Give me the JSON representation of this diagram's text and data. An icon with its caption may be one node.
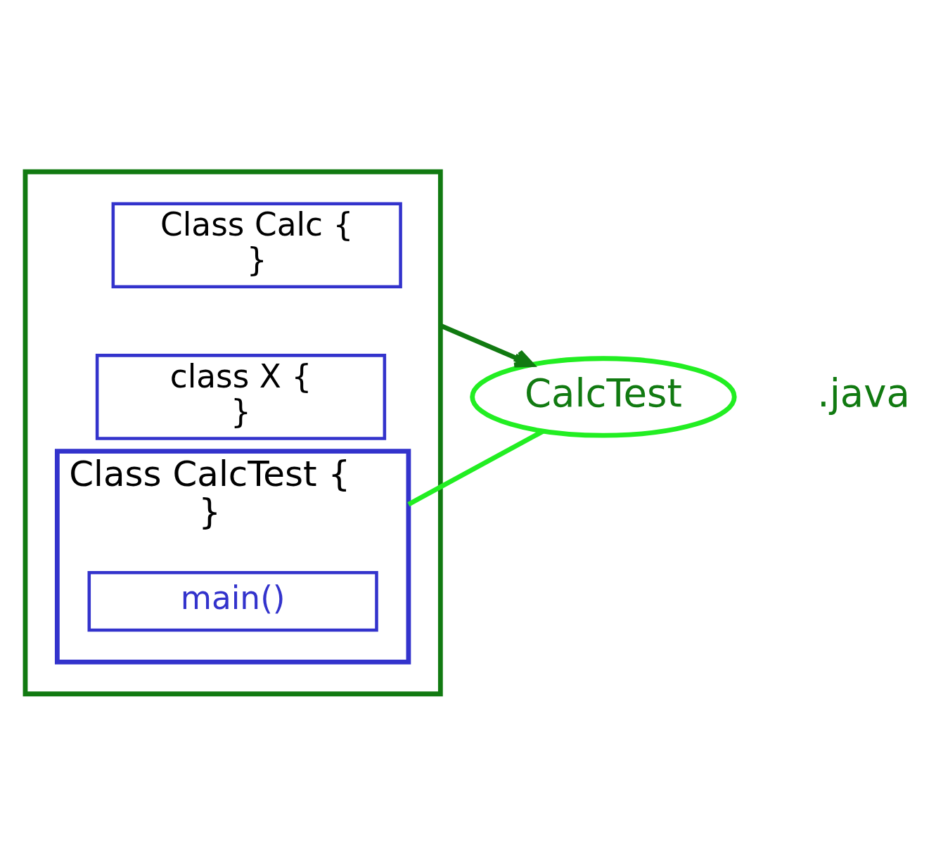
{
  "diagram": {
    "nodes": [
      {
        "text": [],
        "shape": "box"
      },
      {
        "text": [
          "Class Calc {",
          "}"
        ],
        "in": 0
      },
      {
        "text": [
          "class X {",
          "}"
        ],
        "in": 0
      },
      {
        "text": [
          "Class CalcTest {",
          "}"
        ],
        "in": 0
      },
      {
        "text": [
          "main()"
        ],
        "in": 3
      },
      {
        "text": [
          "CalcTest"
        ],
        "beside": [
          ".java"
        ]
      }
    ],
    "edges": [
      {
        "from": 0,
        "to": 5,
        "arrow": "to",
        "color": "#117a11"
      },
      {
        "from": 5,
        "to": 3,
        "arrow": "none",
        "color": "#22ee22"
      }
    ]
  }
}
